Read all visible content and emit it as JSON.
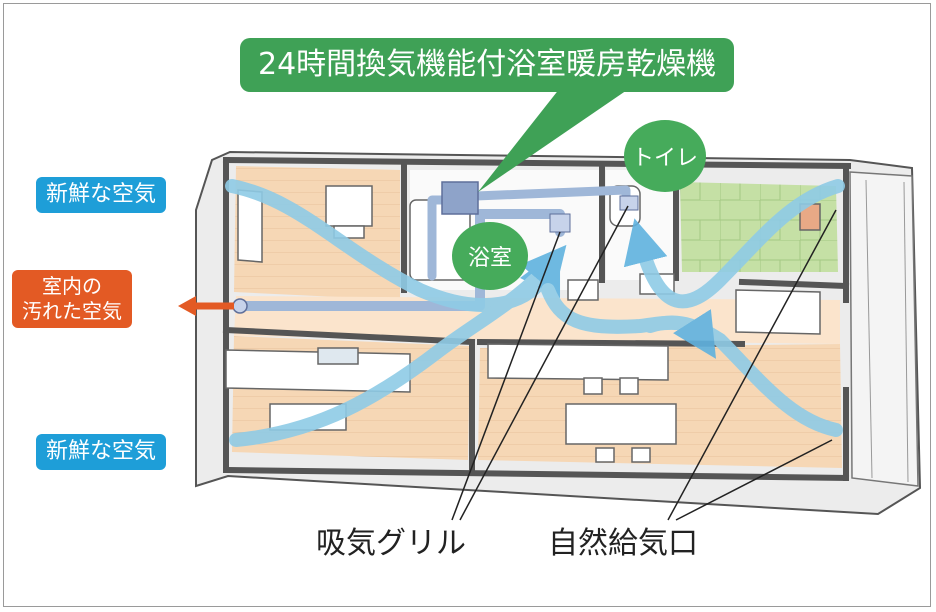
{
  "title": "24時間換気機能付浴室暖房乾燥機",
  "labels": {
    "fresh_air_top": "新鮮な空気",
    "fresh_air_bottom": "新鮮な空気",
    "dirty_air_line1": "室内の",
    "dirty_air_line2": "汚れた空気",
    "toilet": "トイレ",
    "bathroom": "浴室",
    "intake_grille": "吸気グリル",
    "natural_air_inlet": "自然給気口"
  },
  "colors": {
    "fresh_air": "#1e9ed8",
    "dirty_air": "#e35a24",
    "unit_banner": "#3fa156",
    "room_badge": "#46ab5b",
    "airflow": "#8fcbe6",
    "duct": "#9fb7d8",
    "floor_wood": "#f6d7b5",
    "tatami": "#c5e0a5"
  }
}
